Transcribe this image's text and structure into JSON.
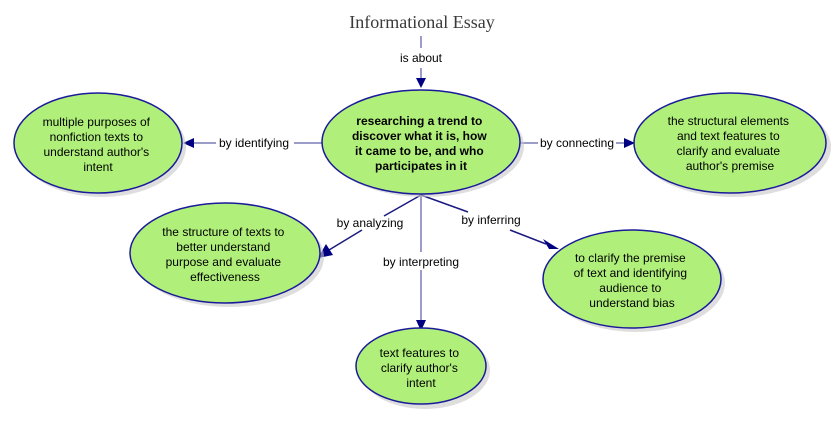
{
  "diagram": {
    "type": "concept-map",
    "title": "Informational Essay",
    "colors": {
      "node_fill": "#b0f07a",
      "node_stroke": "#1a1a9a",
      "edge": "#7b7bb8",
      "arrow": "#000080"
    },
    "root_link": {
      "label": "is about"
    },
    "center_node": {
      "lines": [
        "researching a trend to",
        "discover what it is, how",
        "it came to be, and who",
        "participates in it"
      ]
    },
    "branches": [
      {
        "id": "identifying",
        "label": "by identifying",
        "lines": [
          "multiple purposes of",
          "nonfiction texts to",
          "understand author's",
          "intent"
        ]
      },
      {
        "id": "connecting",
        "label": "by connecting",
        "lines": [
          "the structural elements",
          "and text features to",
          "clarify and evaluate",
          "author's premise"
        ]
      },
      {
        "id": "analyzing",
        "label": "by analyzing",
        "lines": [
          "the structure of texts to",
          "better understand",
          "purpose and evaluate",
          "effectiveness"
        ]
      },
      {
        "id": "interpreting",
        "label": "by interpreting",
        "lines": [
          "text features to",
          "clarify author's",
          "intent"
        ]
      },
      {
        "id": "inferring",
        "label": "by inferring",
        "lines": [
          "to clarify the premise",
          "of text and identifying",
          "audience to",
          "understand bias"
        ]
      }
    ]
  }
}
